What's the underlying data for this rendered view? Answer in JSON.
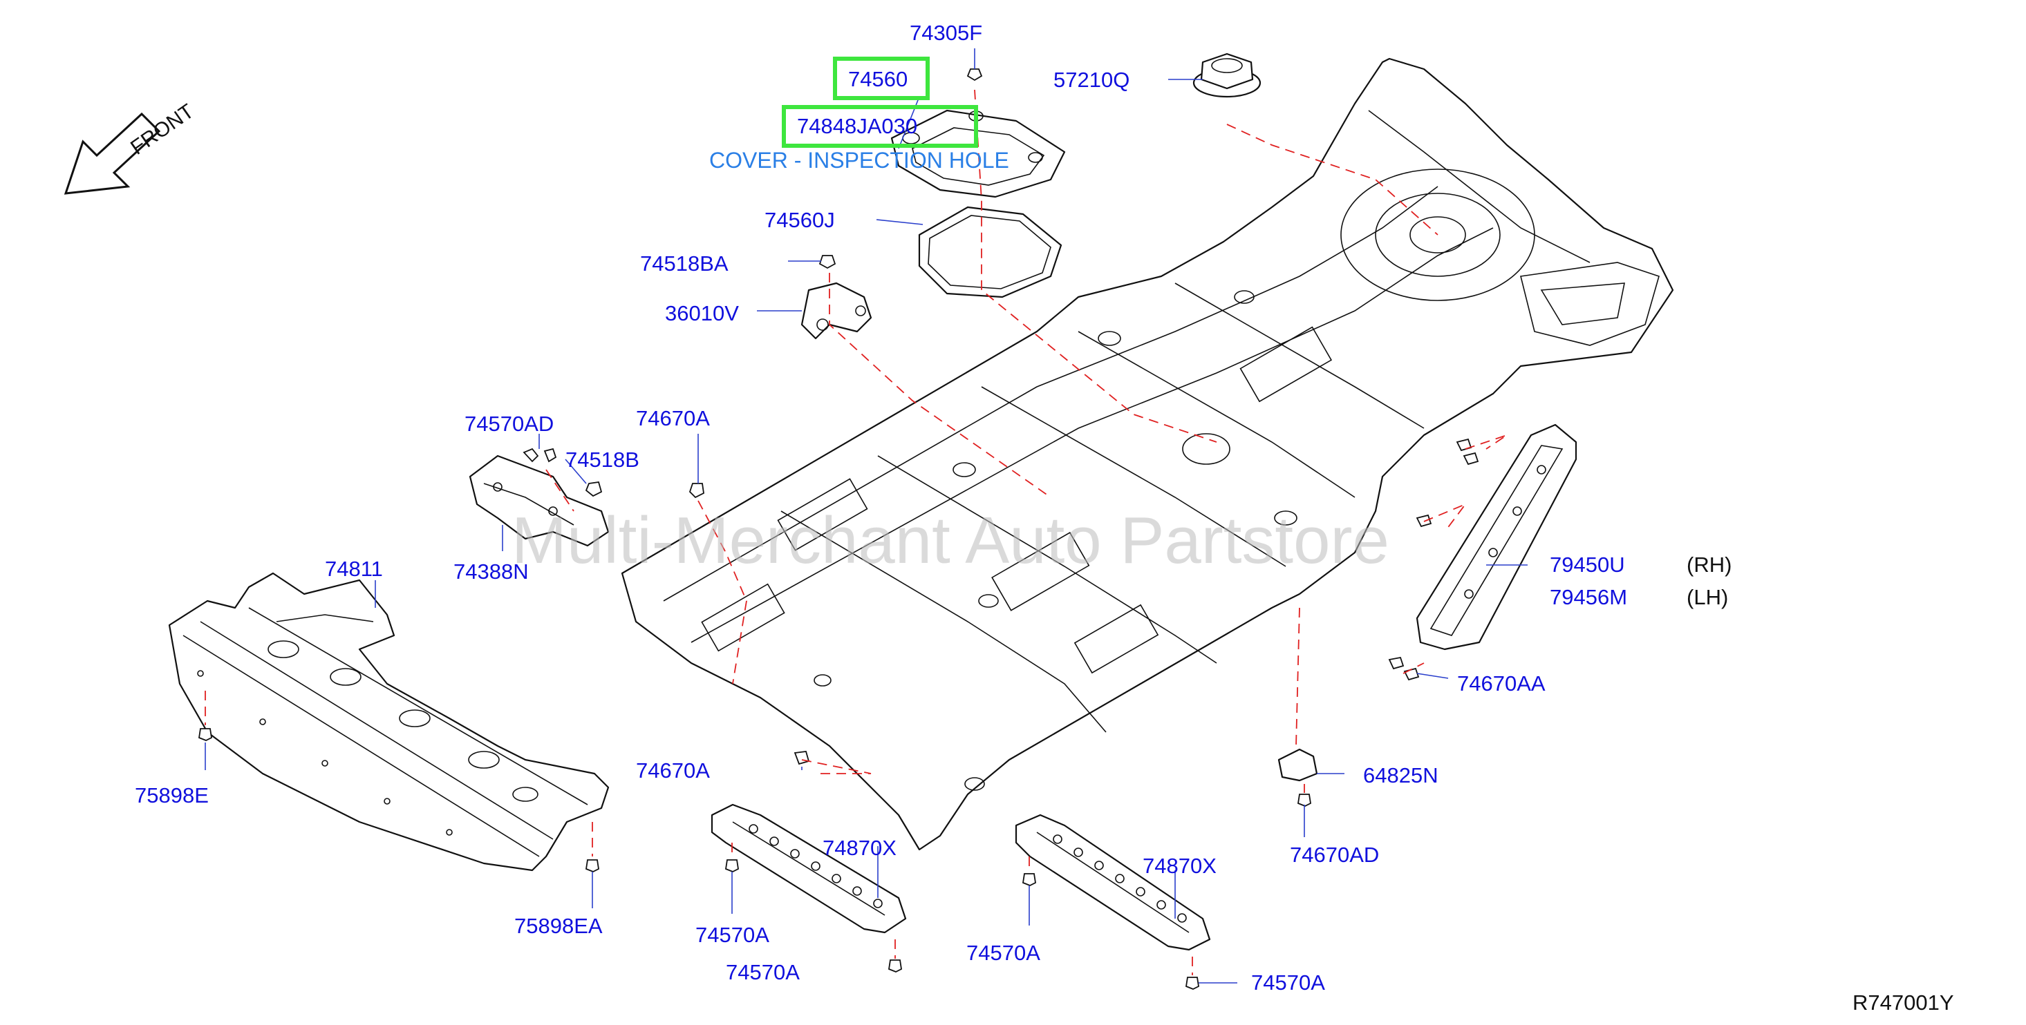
{
  "labels": {
    "p74305F": "74305F",
    "p74560": "74560",
    "p74848JA030": "74848JA030",
    "cover": "COVER - INSPECTION HOLE",
    "p57210Q": "57210Q",
    "p74560J": "74560J",
    "p74518BA": "74518BA",
    "p36010V": "36010V",
    "p74570AD": "74570AD",
    "p74670A_top": "74670A",
    "p74518B": "74518B",
    "p74388N": "74388N",
    "p74811": "74811",
    "p79450U": "79450U",
    "rh": "(RH)",
    "p79456M": "79456M",
    "lh": "(LH)",
    "p74670AA": "74670AA",
    "p75898E": "75898E",
    "p74670A_mid": "74670A",
    "p64825N": "64825N",
    "p74870X_left": "74870X",
    "p74870X_right": "74870X",
    "p74670AD": "74670AD",
    "p75898EA": "75898EA",
    "p74570A_1": "74570A",
    "p74570A_2": "74570A",
    "p74570A_3": "74570A",
    "p74570A_4": "74570A"
  },
  "front_marker": "FRONT",
  "diagram_ref": "R747001Y",
  "watermark": "Multi-Merchant Auto Partstore",
  "highlighted_parts": [
    "74560",
    "74848JA030"
  ],
  "colors": {
    "label": "#1010dd",
    "cover_label": "#2a7fe6",
    "highlight": "#3ee63e",
    "dashed_leader": "#e02020"
  }
}
